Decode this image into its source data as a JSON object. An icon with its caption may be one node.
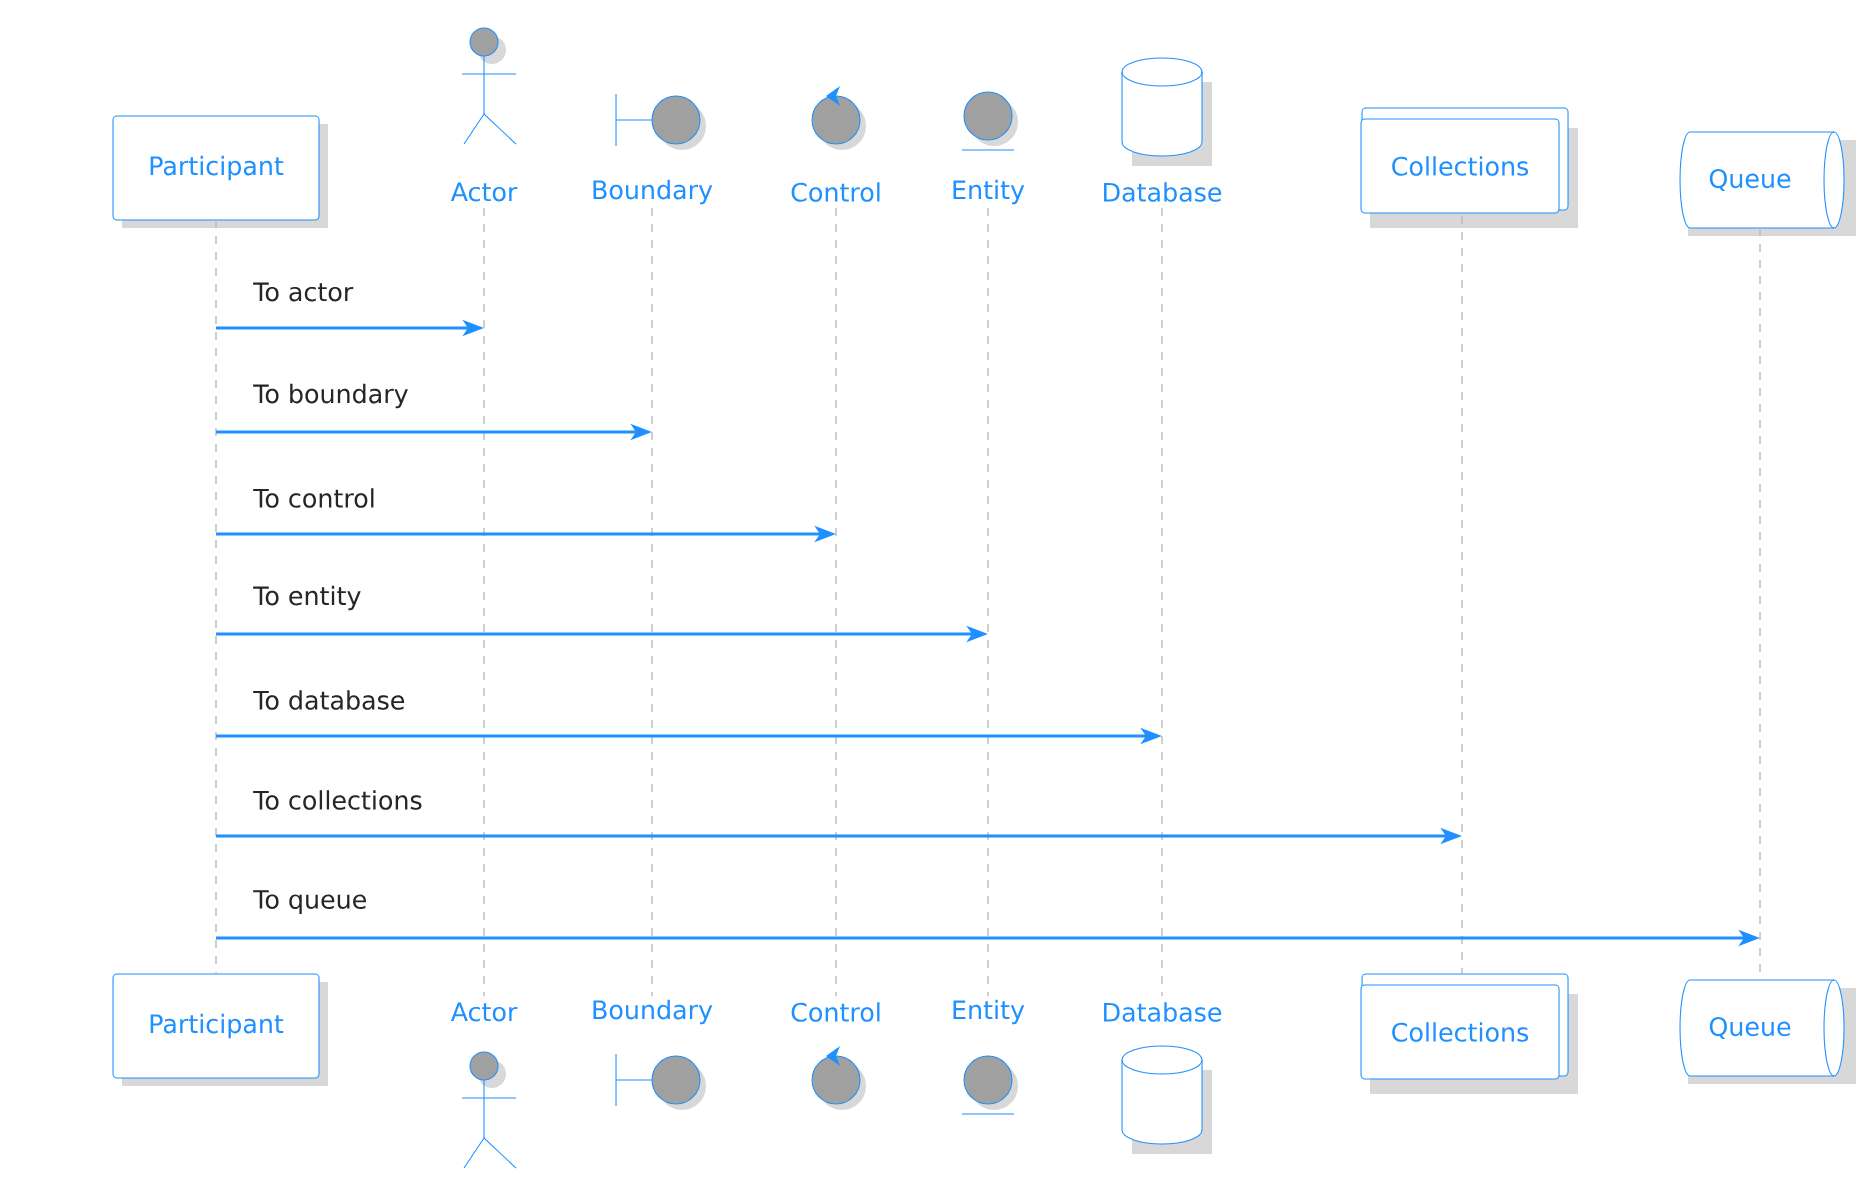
{
  "diagram": {
    "nodes": [
      {
        "text": [
          "Participant"
        ]
      },
      {
        "text": [
          "Actor"
        ]
      },
      {
        "text": [
          "Boundary"
        ]
      },
      {
        "text": [
          "Control"
        ]
      },
      {
        "text": [
          "Entity"
        ]
      },
      {
        "text": [
          "Database"
        ]
      },
      {
        "text": [
          "Collections"
        ]
      },
      {
        "text": [
          "Queue"
        ]
      },
      {
        "text": [
          "Participant"
        ]
      },
      {
        "text": [
          "Actor"
        ]
      },
      {
        "text": [
          "Boundary"
        ]
      },
      {
        "text": [
          "Control"
        ]
      },
      {
        "text": [
          "Entity"
        ]
      },
      {
        "text": [
          "Database"
        ]
      },
      {
        "text": [
          "Collections"
        ]
      },
      {
        "text": [
          "Queue"
        ]
      },
      {
        "text": [],
        "shape": "line"
      },
      {
        "text": [],
        "shape": "line"
      },
      {
        "text": [],
        "shape": "line"
      },
      {
        "text": [],
        "shape": "line"
      },
      {
        "text": [],
        "shape": "line"
      },
      {
        "text": [],
        "shape": "line"
      },
      {
        "text": [],
        "shape": "line"
      },
      {
        "text": [],
        "shape": "line"
      }
    ],
    "edges": [
      {
        "from": 16,
        "to": 17,
        "arrow": "to",
        "label": "To actor"
      },
      {
        "from": 16,
        "to": 18,
        "arrow": "to",
        "label": "To boundary"
      },
      {
        "from": 16,
        "to": 19,
        "arrow": "to",
        "label": "To control"
      },
      {
        "from": 16,
        "to": 20,
        "arrow": "to",
        "label": "To entity"
      },
      {
        "from": 16,
        "to": 21,
        "arrow": "to",
        "label": "To database"
      },
      {
        "from": 16,
        "to": 22,
        "arrow": "to",
        "label": "To collections"
      },
      {
        "from": 16,
        "to": 23,
        "arrow": "to",
        "label": "To queue"
      }
    ]
  }
}
